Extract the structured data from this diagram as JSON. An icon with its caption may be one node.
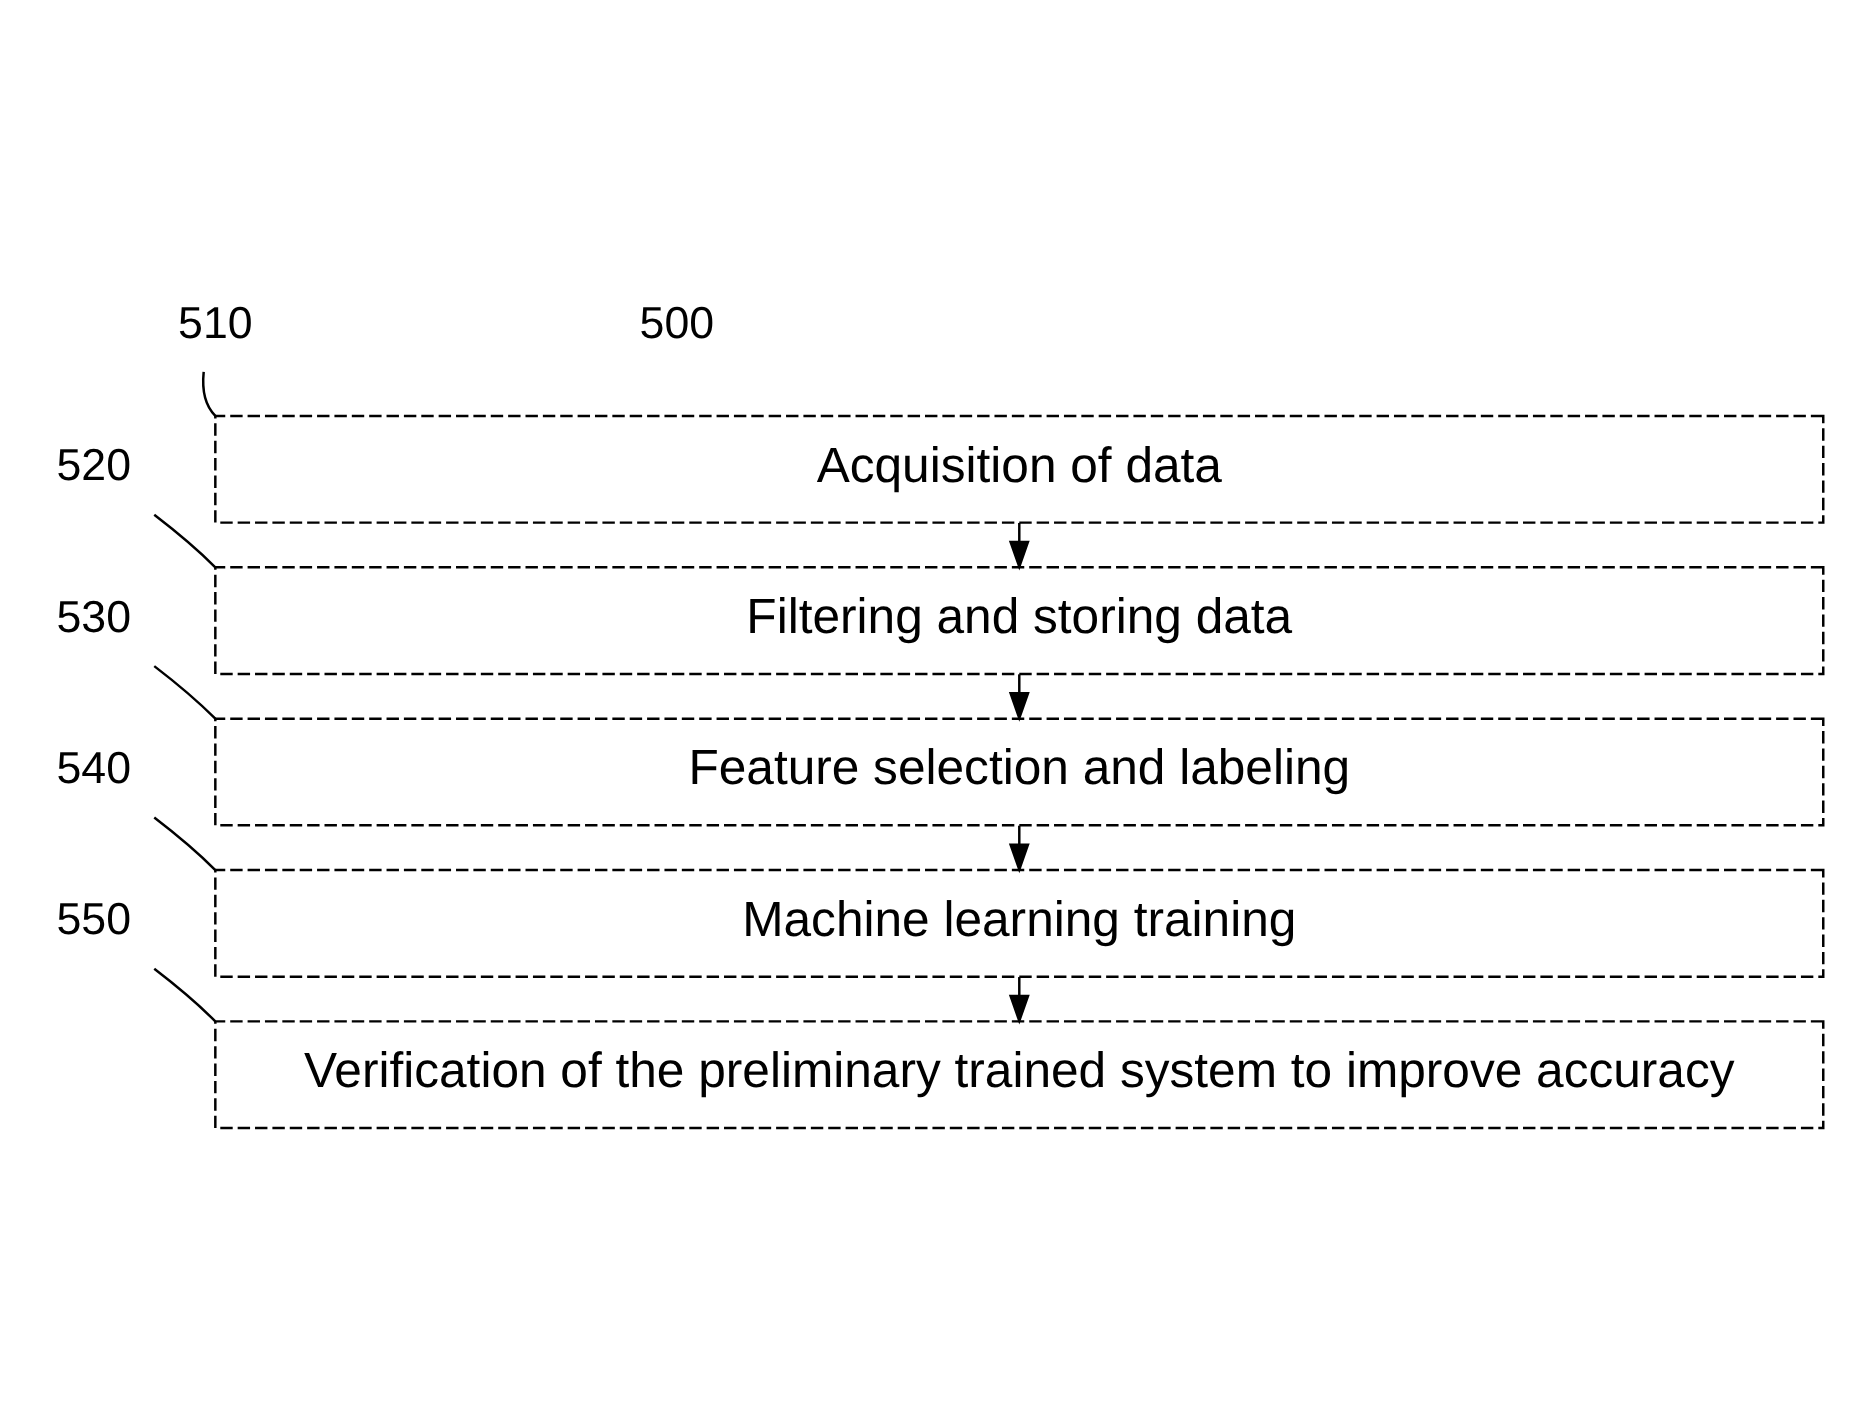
{
  "diagram": {
    "nodes": [
      {
        "text": [
          "510"
        ]
      },
      {
        "text": [
          "Acquisition of data"
        ]
      },
      {
        "text": [
          "520"
        ]
      },
      {
        "text": [
          "Filtering and storing data"
        ]
      },
      {
        "text": [
          "530"
        ]
      },
      {
        "text": [
          "Feature selection and labeling"
        ]
      },
      {
        "text": [
          "540"
        ]
      },
      {
        "text": [
          "Machine learning training"
        ]
      },
      {
        "text": [
          "550"
        ]
      },
      {
        "text": [
          "Verification of the preliminary trained system to improve accuracy"
        ]
      }
    ],
    "edges": [
      {
        "from": 0,
        "to": 1,
        "arrow": "none"
      },
      {
        "from": 1,
        "to": 3,
        "arrow": "to"
      },
      {
        "from": 2,
        "to": 3,
        "arrow": "none"
      },
      {
        "from": 3,
        "to": 5,
        "arrow": "to"
      },
      {
        "from": 4,
        "to": 5,
        "arrow": "none"
      },
      {
        "from": 5,
        "to": 7,
        "arrow": "to"
      },
      {
        "from": 6,
        "to": 7,
        "arrow": "none"
      },
      {
        "from": 7,
        "to": 9,
        "arrow": "to"
      },
      {
        "from": 8,
        "to": 9,
        "arrow": "none"
      }
    ],
    "labels": [
      "500"
    ]
  }
}
